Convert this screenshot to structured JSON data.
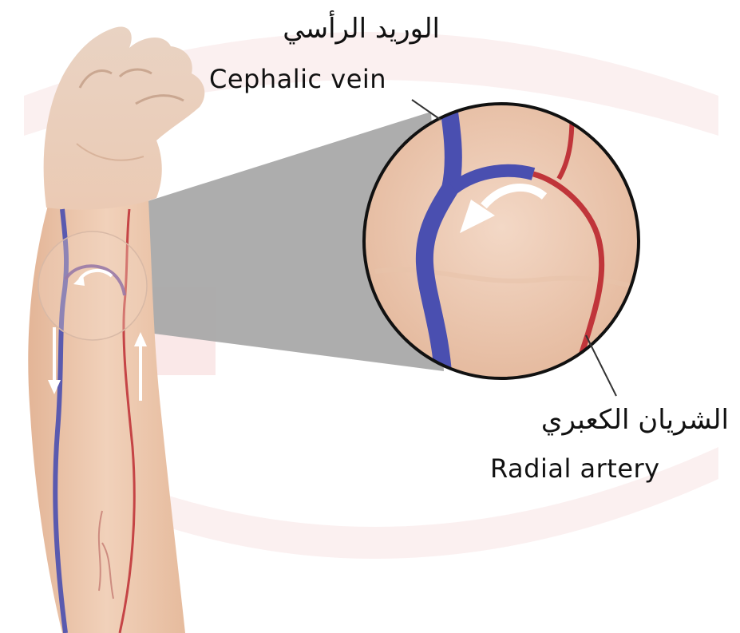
{
  "labels": {
    "cephalic_vein_ar": "الوريد الرأسي",
    "cephalic_vein_en": "Cephalic vein",
    "radial_artery_ar": "الشريان الكعبري",
    "radial_artery_en": "Radial artery"
  },
  "colors": {
    "vein": "#4a4fb0",
    "artery": "#c0353a",
    "skin": "#edc8ad",
    "magnifier_cone": "#a9a9a9",
    "watermark": "#f7e3e3"
  },
  "icons": {
    "flow_arrow": "curved-arrow-left",
    "down_arrow": "arrow-down",
    "up_arrow": "arrow-up"
  }
}
